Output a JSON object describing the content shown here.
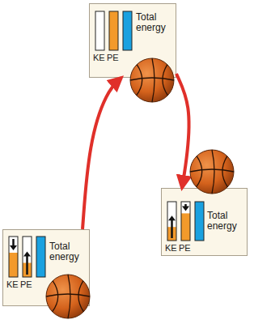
{
  "diagram": {
    "nodes": [
      {
        "text": [
          "Total energy",
          "KE",
          "PE"
        ]
      },
      {
        "text": [
          "Total energy",
          "KE",
          "PE"
        ]
      },
      {
        "text": [
          "Total energy",
          "KE",
          "PE"
        ]
      }
    ],
    "edges": [
      {
        "from": 2,
        "to": 0,
        "arrow": "to"
      },
      {
        "from": 0,
        "to": 1,
        "arrow": "to"
      }
    ]
  }
}
